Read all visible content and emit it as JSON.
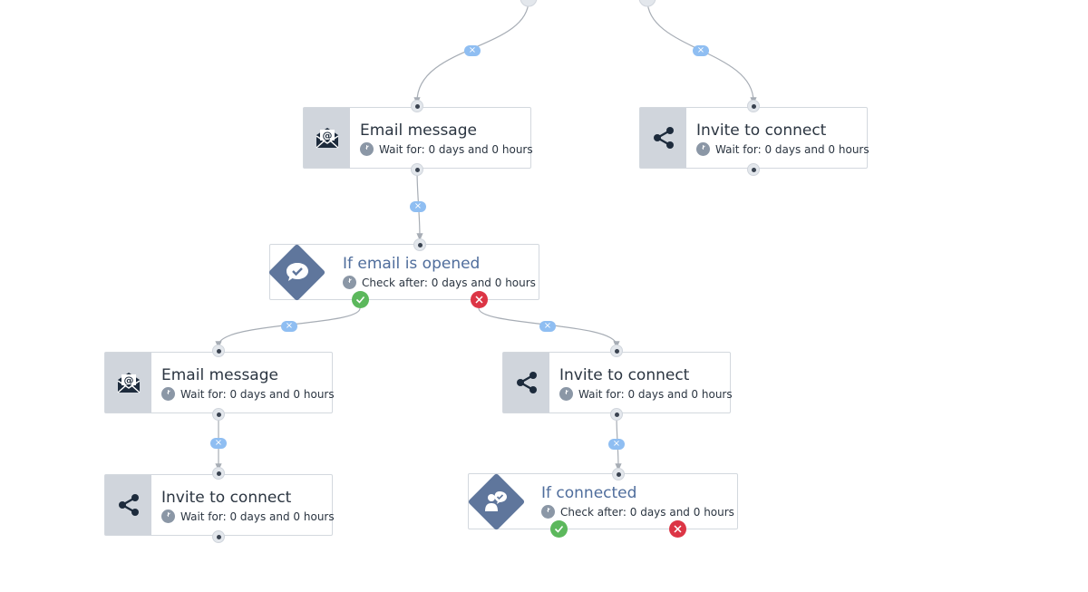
{
  "nodes": {
    "email1": {
      "title": "Email message",
      "wait": "Wait for: 0 days and 0 hours",
      "icon": "envelope-at-icon"
    },
    "invite1": {
      "title": "Invite to connect",
      "wait": "Wait for: 0 days and 0 hours",
      "icon": "share-icon"
    },
    "cond_email": {
      "title": "If email is opened",
      "check": "Check after: 0 days and 0 hours",
      "icon": "chat-check-icon"
    },
    "email2": {
      "title": "Email message",
      "wait": "Wait for: 0 days and 0 hours",
      "icon": "envelope-at-icon"
    },
    "invite2": {
      "title": "Invite to connect",
      "wait": "Wait for: 0 days and 0 hours",
      "icon": "share-icon"
    },
    "invite3": {
      "title": "Invite to connect",
      "wait": "Wait for: 0 days and 0 hours",
      "icon": "share-icon"
    },
    "cond_connected": {
      "title": "If connected",
      "check": "Check after: 0 days and 0 hours",
      "icon": "person-chat-icon"
    }
  },
  "colors": {
    "connector": "#a7adb5",
    "edge_pill": "#8fbef2",
    "icon_box": "#d0d5dc",
    "diamond": "#5f769c",
    "yes": "#5cb85c",
    "no": "#dc3545",
    "condition_title": "#4f6d9c"
  }
}
